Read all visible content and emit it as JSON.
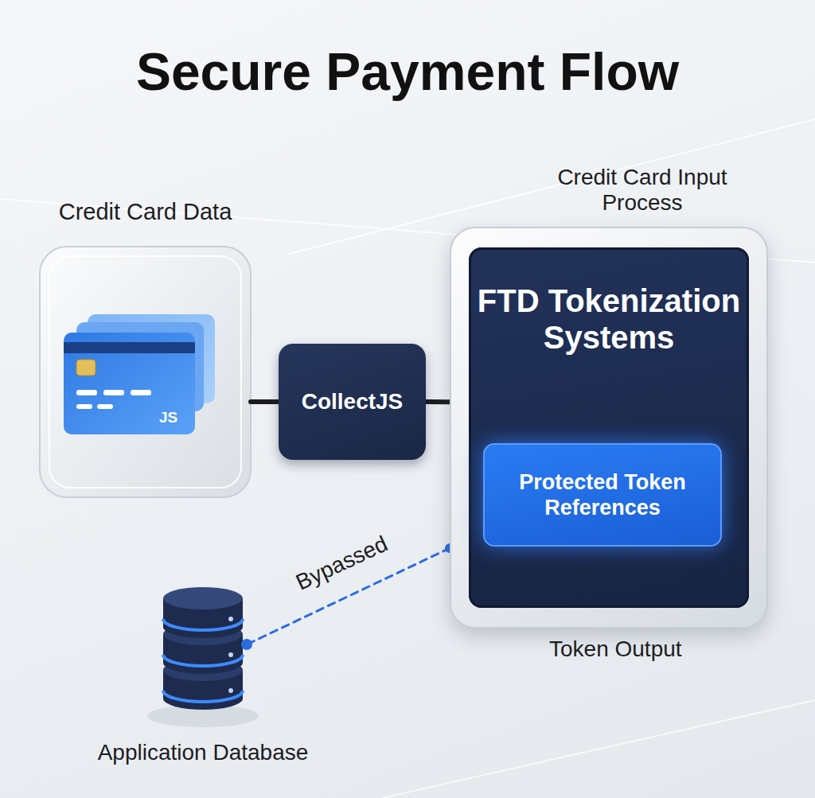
{
  "diagram": {
    "title": "Secure Payment Flow",
    "nodes": [
      {
        "text": [
          "Credit Card Data",
          "JS"
        ]
      },
      {
        "text": [
          "CollectJS"
        ]
      },
      {
        "text": [
          "Credit Card Input Process",
          "FTD Tokenization Systems"
        ]
      },
      {
        "text": [
          "Protected Token References"
        ],
        "in": 2
      },
      {
        "text": [
          "Application Database"
        ]
      }
    ],
    "edges": [
      {
        "from": 0,
        "to": 1,
        "arrow": "none"
      },
      {
        "from": 1,
        "to": 2,
        "arrow": "none"
      },
      {
        "from": 2,
        "to": 4,
        "label": "Bypassed",
        "arrow": "none"
      }
    ],
    "labels": [
      "Token Output"
    ]
  }
}
